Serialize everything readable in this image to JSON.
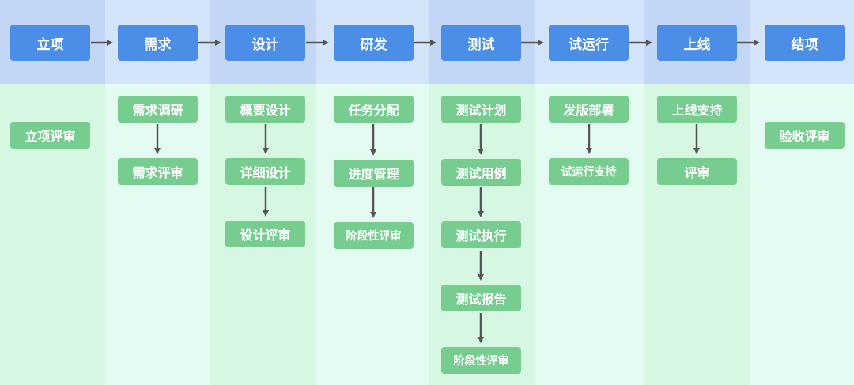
{
  "phases": [
    {
      "label": "立项",
      "tasks": [
        "立项评审"
      ]
    },
    {
      "label": "需求",
      "tasks": [
        "需求调研",
        "需求评审"
      ]
    },
    {
      "label": "设计",
      "tasks": [
        "概要设计",
        "详细设计",
        "设计评审"
      ]
    },
    {
      "label": "研发",
      "tasks": [
        "任务分配",
        "进度管理",
        "阶段性评审"
      ]
    },
    {
      "label": "测试",
      "tasks": [
        "测试计划",
        "测试用例",
        "测试执行",
        "测试报告",
        "阶段性评审"
      ]
    },
    {
      "label": "试运行",
      "tasks": [
        "发版部署",
        "试运行支持"
      ]
    },
    {
      "label": "上线",
      "tasks": [
        "上线支持",
        "评审"
      ]
    },
    {
      "label": "结项",
      "tasks": [
        "验收评审"
      ]
    }
  ],
  "colors": {
    "phase_box": "#4a8ee8",
    "task_box": "#77cd8f",
    "arrow": "#555555"
  }
}
